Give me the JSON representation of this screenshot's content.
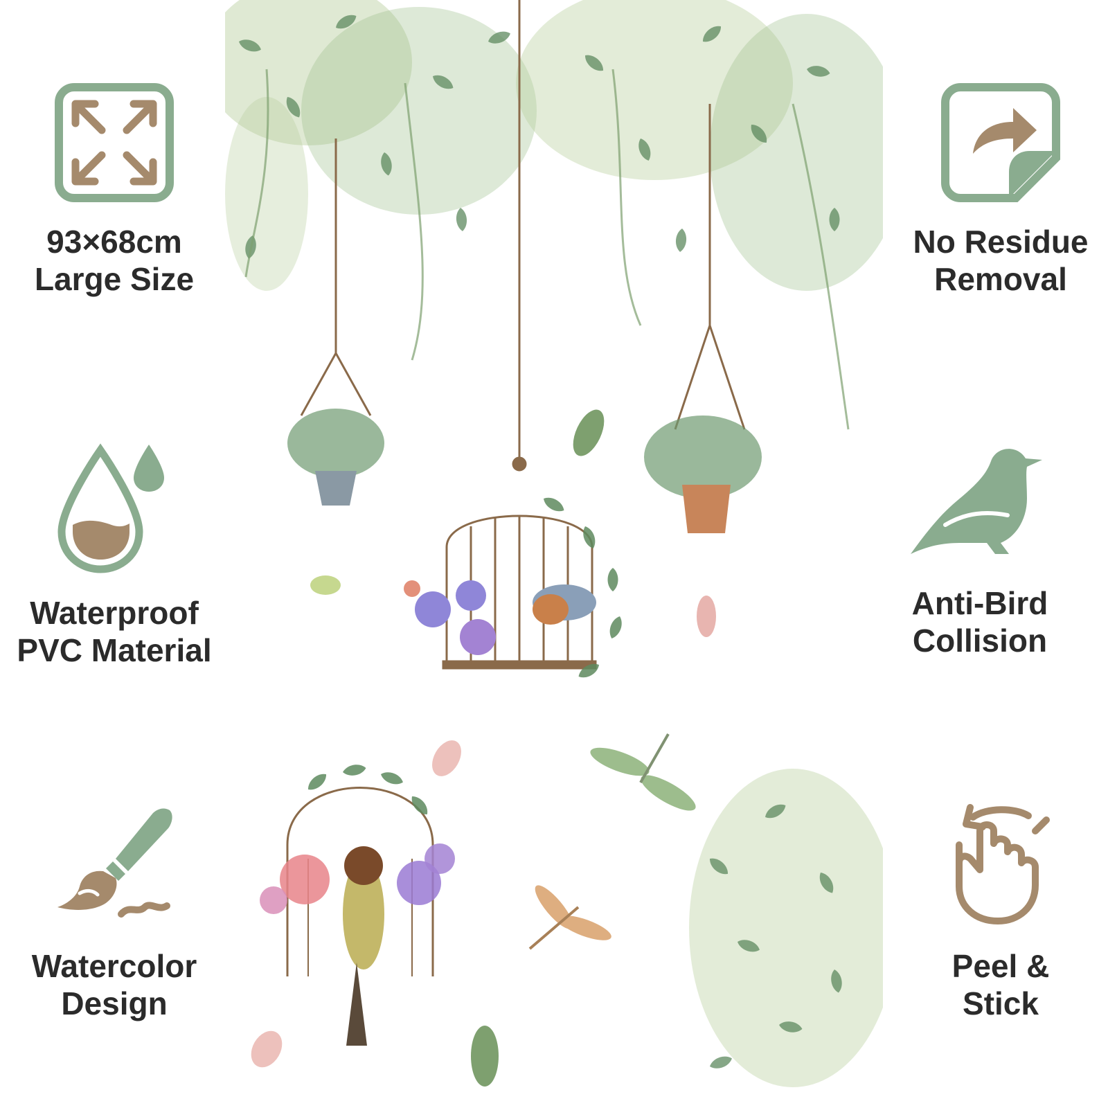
{
  "colors": {
    "sage": "#8aac8f",
    "tan": "#a58a6c",
    "text": "#2b2b2b",
    "leaf_dark": "#5e8a5f",
    "leaf_light": "#b8cf9e",
    "rope": "#8a6a4a"
  },
  "features": {
    "size": {
      "icon": "expand-arrows-icon",
      "line1": "93×68cm",
      "line2": "Large Size"
    },
    "residue": {
      "icon": "peeling-sticker-icon",
      "line1": "No Residue",
      "line2": "Removal"
    },
    "waterproof": {
      "icon": "water-drop-icon",
      "line1": "Waterproof",
      "line2": "PVC Material"
    },
    "antibird": {
      "icon": "bird-icon",
      "line1": "Anti-Bird",
      "line2": "Collision"
    },
    "watercolor": {
      "icon": "paintbrush-icon",
      "line1": "Watercolor",
      "line2": "Design"
    },
    "peel": {
      "icon": "peel-finger-icon",
      "line1": "Peel &",
      "line2": "Stick"
    }
  }
}
